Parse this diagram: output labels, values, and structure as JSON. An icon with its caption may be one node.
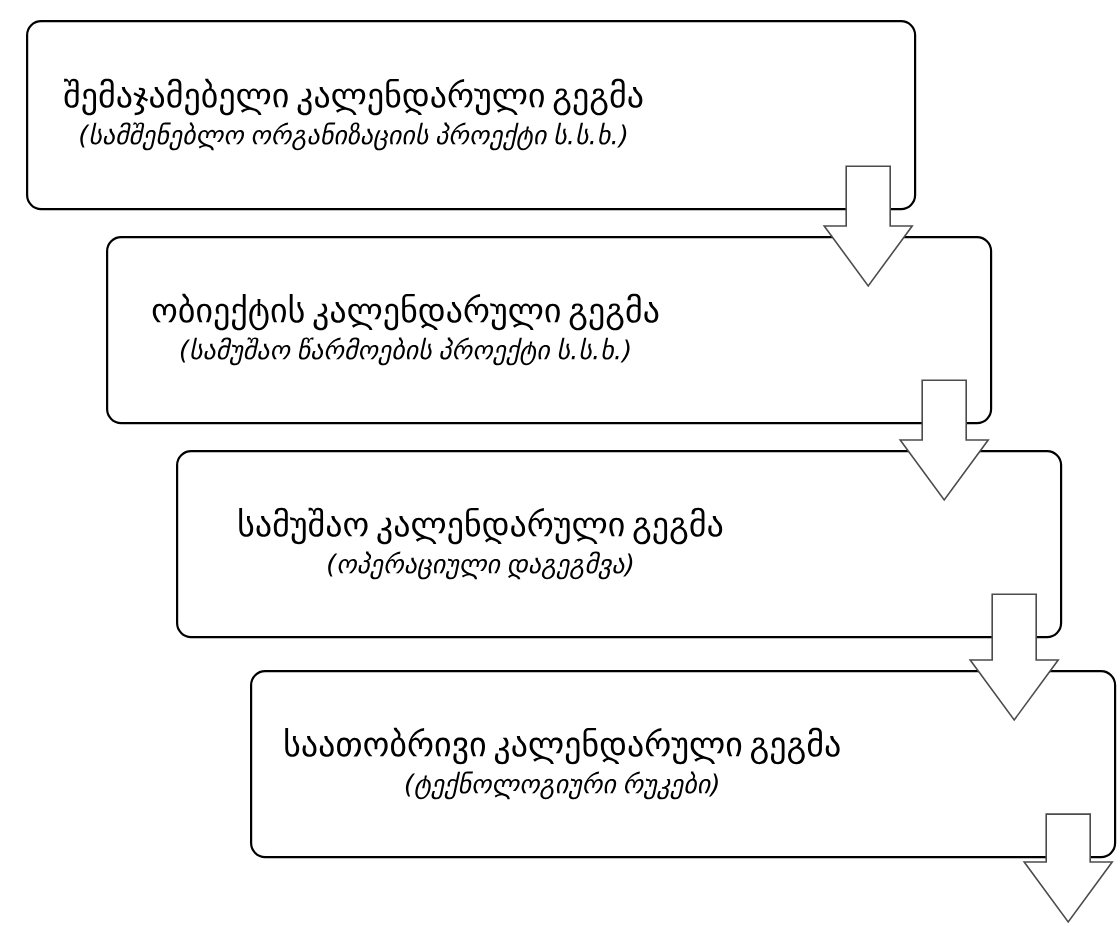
{
  "diagram": {
    "nodes": [
      {
        "text": [
          "შემაჯამებელი კალენდარული გეგმა",
          "(სამშენებლო ორგანიზაციის პროექტი ს.ს.ხ.)"
        ]
      },
      {
        "text": [
          "ობიექტის კალენდარული გეგმა",
          "(სამუშაო წარმოების პროექტი ს.ს.ხ.)"
        ]
      },
      {
        "text": [
          "სამუშაო კალენდარული გეგმა",
          "(ოპერაციული დაგეგმვა)"
        ]
      },
      {
        "text": [
          "საათობრივი კალენდარული გეგმა",
          "(ტექნოლოგიური რუკები)"
        ]
      }
    ],
    "edges": [
      {
        "from": 0,
        "to": 1,
        "arrow": "to"
      },
      {
        "from": 1,
        "to": 2,
        "arrow": "to"
      },
      {
        "from": 2,
        "to": 3,
        "arrow": "to"
      },
      {
        "from": 3,
        "to": null,
        "arrow": "to"
      }
    ]
  }
}
